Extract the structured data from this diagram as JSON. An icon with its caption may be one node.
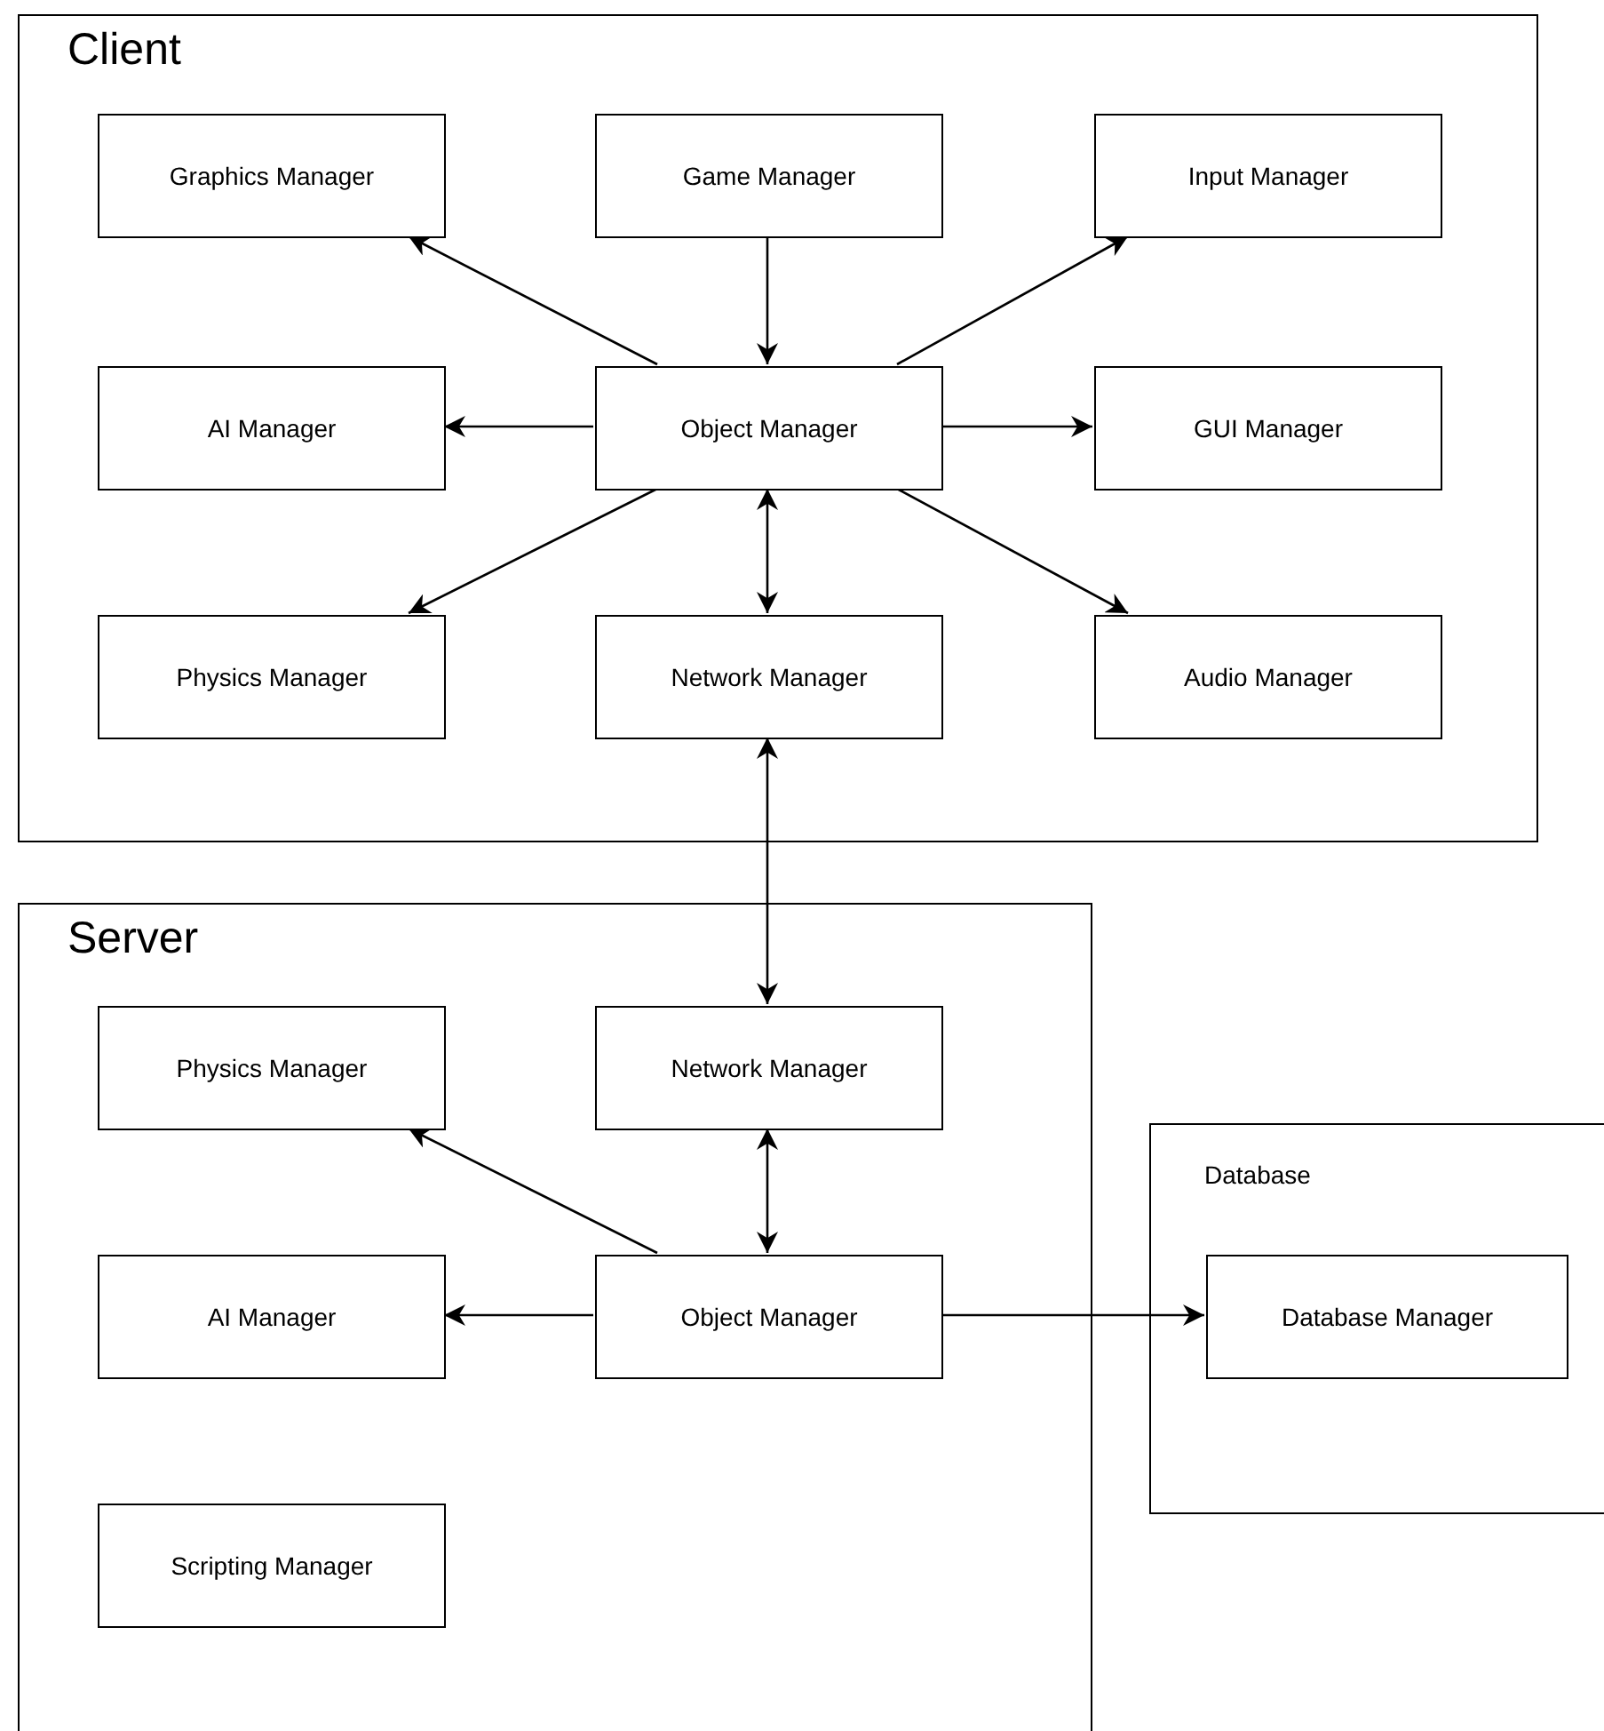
{
  "diagram": {
    "nodes": [
      {
        "text": [
          "Client"
        ]
      },
      {
        "text": [
          "Graphics Manager"
        ],
        "in": 0
      },
      {
        "text": [
          "Game Manager"
        ],
        "in": 0
      },
      {
        "text": [
          "Input Manager"
        ],
        "in": 0
      },
      {
        "text": [
          "AI Manager"
        ],
        "in": 0
      },
      {
        "text": [
          "Object Manager"
        ],
        "in": 0
      },
      {
        "text": [
          "GUI Manager"
        ],
        "in": 0
      },
      {
        "text": [
          "Physics Manager"
        ],
        "in": 0
      },
      {
        "text": [
          "Network Manager"
        ],
        "in": 0
      },
      {
        "text": [
          "Audio Manager"
        ],
        "in": 0
      },
      {
        "text": [
          "Server"
        ]
      },
      {
        "text": [
          "Physics Manager"
        ],
        "in": 10
      },
      {
        "text": [
          "Network Manager"
        ],
        "in": 10
      },
      {
        "text": [
          "AI Manager"
        ],
        "in": 10
      },
      {
        "text": [
          "Object Manager"
        ],
        "in": 10
      },
      {
        "text": [
          "Scripting Manager"
        ],
        "in": 10
      },
      {
        "text": [
          "Database"
        ]
      },
      {
        "text": [
          "Database Manager"
        ],
        "in": 16
      }
    ],
    "edges": [
      {
        "from": 5,
        "to": 1,
        "arrow": "to"
      },
      {
        "from": 2,
        "to": 5,
        "arrow": "to"
      },
      {
        "from": 5,
        "to": 3,
        "arrow": "to"
      },
      {
        "from": 5,
        "to": 4,
        "arrow": "to"
      },
      {
        "from": 5,
        "to": 6,
        "arrow": "to"
      },
      {
        "from": 5,
        "to": 7,
        "arrow": "to"
      },
      {
        "from": 5,
        "to": 9,
        "arrow": "to"
      },
      {
        "from": 5,
        "to": 8,
        "arrow": "both"
      },
      {
        "from": 8,
        "to": 12,
        "arrow": "both"
      },
      {
        "from": 14,
        "to": 11,
        "arrow": "to"
      },
      {
        "from": 12,
        "to": 14,
        "arrow": "both"
      },
      {
        "from": 14,
        "to": 13,
        "arrow": "to"
      },
      {
        "from": 14,
        "to": 17,
        "arrow": "to"
      }
    ]
  }
}
